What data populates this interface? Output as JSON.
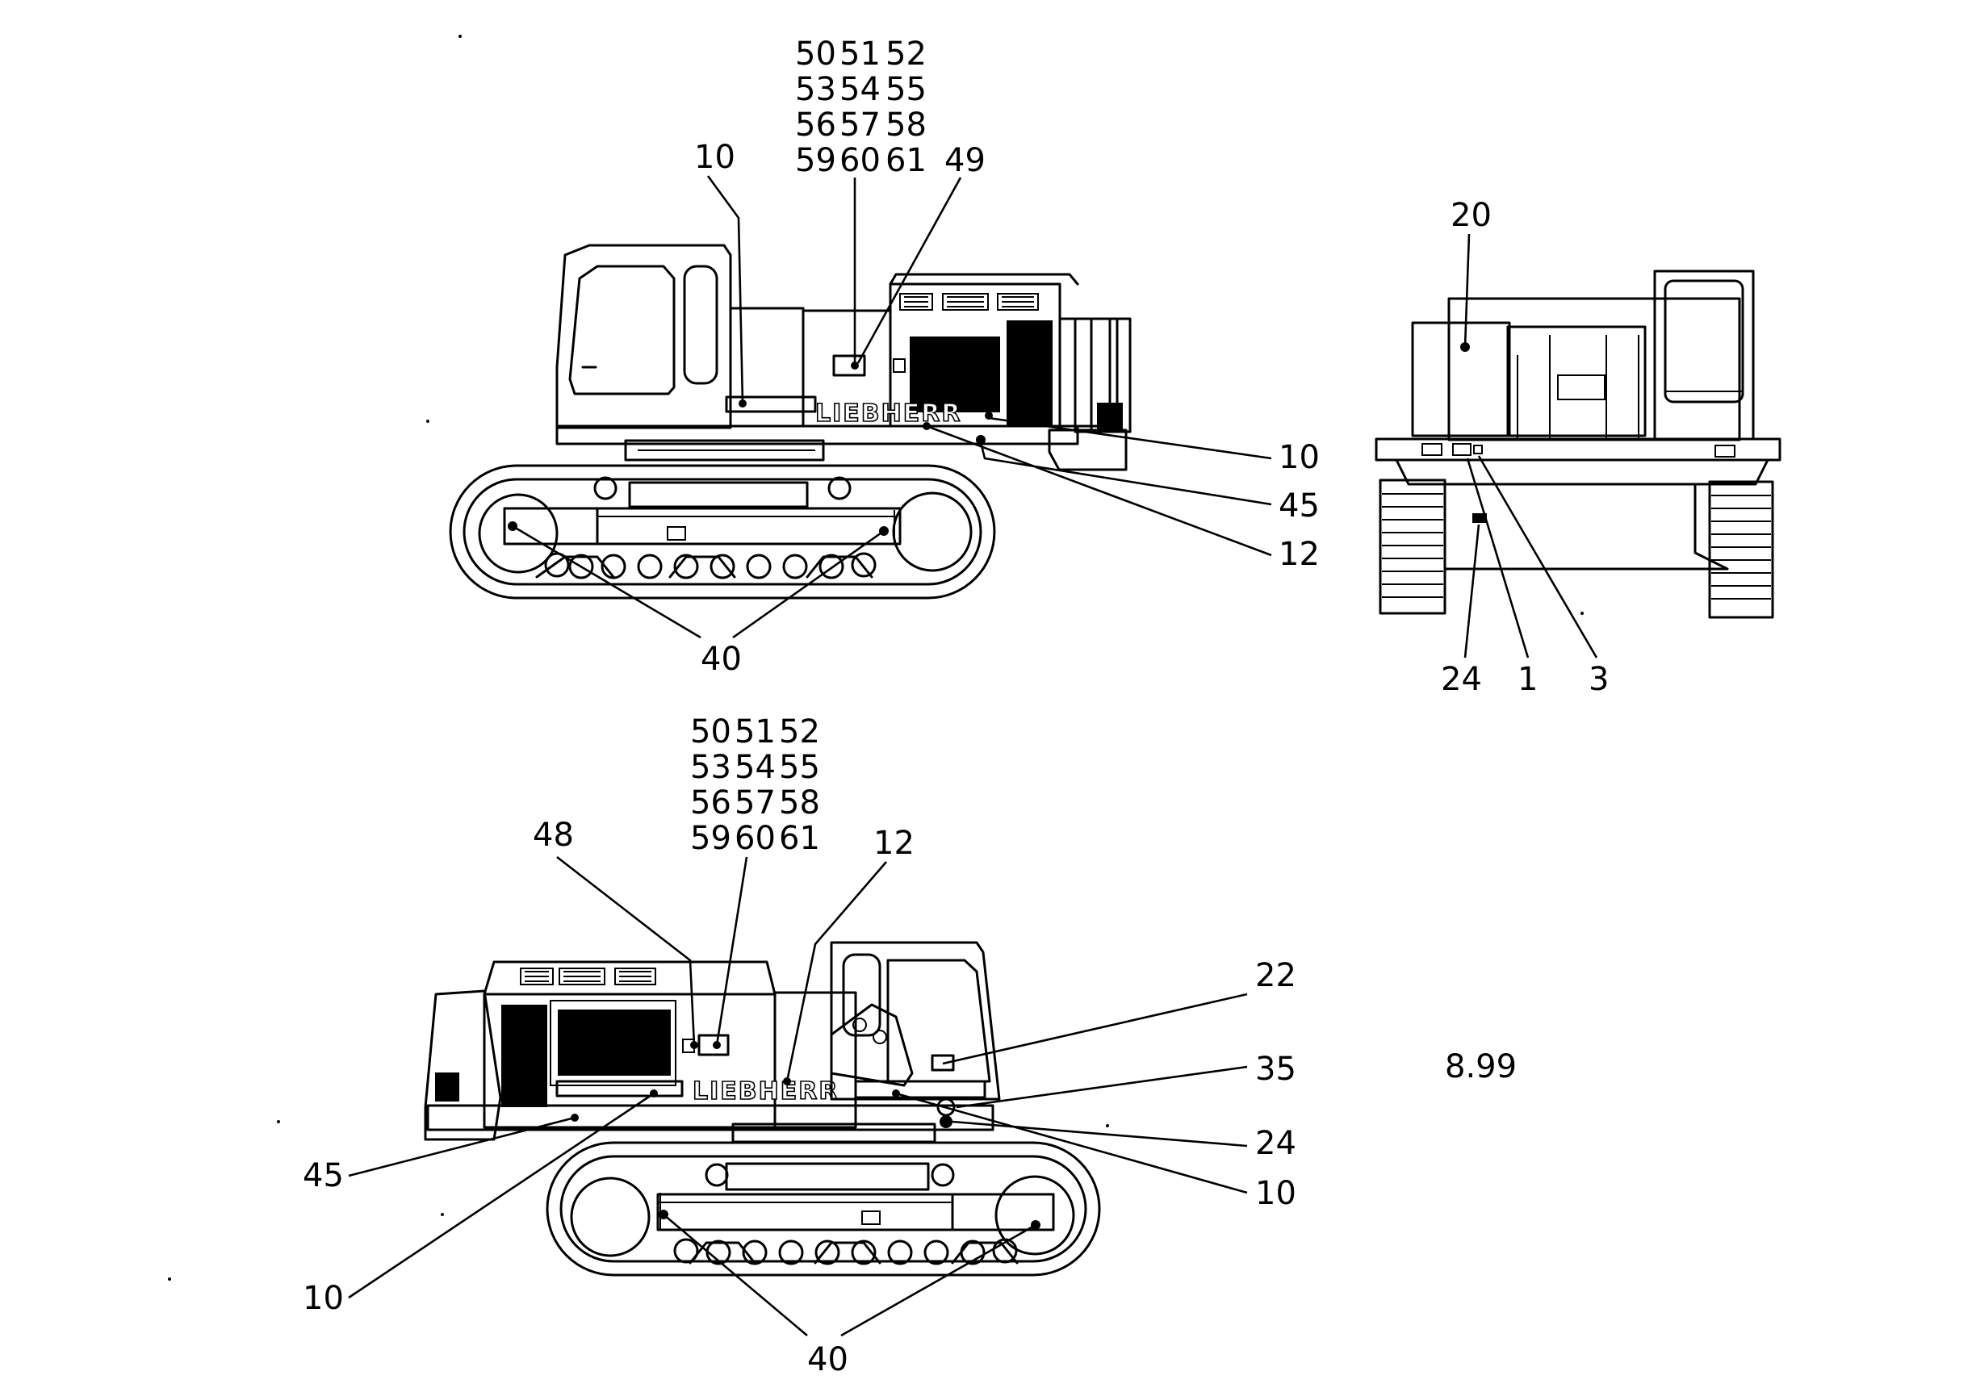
{
  "drawing_date": "8.99",
  "brand_text": "LIEBHERR",
  "upper_side_view": {
    "callout_grid": [
      [
        "50",
        "51",
        "52"
      ],
      [
        "53",
        "54",
        "55"
      ],
      [
        "56",
        "57",
        "58"
      ],
      [
        "59",
        "60",
        "61"
      ]
    ],
    "labels": {
      "c10_top": "10",
      "c49": "49",
      "c10_right": "10",
      "c45": "45",
      "c12": "12",
      "c40": "40"
    }
  },
  "rear_view": {
    "labels": {
      "c20": "20",
      "c24": "24",
      "c1": "1",
      "c3": "3"
    }
  },
  "lower_side_view": {
    "callout_grid": [
      [
        "50",
        "51",
        "52"
      ],
      [
        "53",
        "54",
        "55"
      ],
      [
        "56",
        "57",
        "58"
      ],
      [
        "59",
        "60",
        "61"
      ]
    ],
    "labels": {
      "c48": "48",
      "c12": "12",
      "c22": "22",
      "c35": "35",
      "c24": "24",
      "c10_right": "10",
      "c45": "45",
      "c10_left": "10",
      "c40": "40"
    }
  }
}
